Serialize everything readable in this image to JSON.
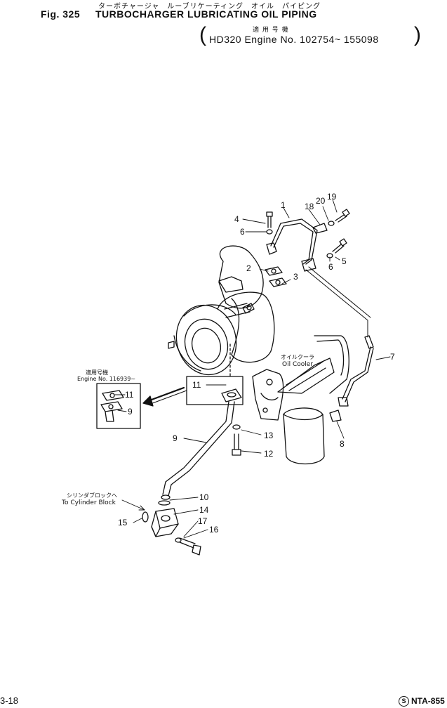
{
  "header": {
    "title_jp": "ターボチャージャ　ルーブリケーティング　オイル　パイピング",
    "fig_label": "Fig. 325",
    "title": "TURBOCHARGER LUBRICATING OIL PIPING",
    "applicability_jp": "適 用 号 機",
    "applicability": "HD320 Engine No. 102754~ 155098"
  },
  "callouts": {
    "inset_jp": "適用号機",
    "inset_engine": "Engine No. 116939~",
    "oil_cooler_jp": "オイルクーラ",
    "oil_cooler": "Oil Cooler",
    "cylinder_block_jp": "シリンダブロックへ",
    "cylinder_block": "To Cylinder Block"
  },
  "part_numbers": [
    "1",
    "2",
    "3",
    "4",
    "5",
    "6",
    "6",
    "7",
    "8",
    "9",
    "9",
    "10",
    "11",
    "11",
    "12",
    "13",
    "14",
    "15",
    "16",
    "17",
    "18",
    "19",
    "20"
  ],
  "footer": {
    "page": "3-18",
    "code": "NTA-855"
  }
}
